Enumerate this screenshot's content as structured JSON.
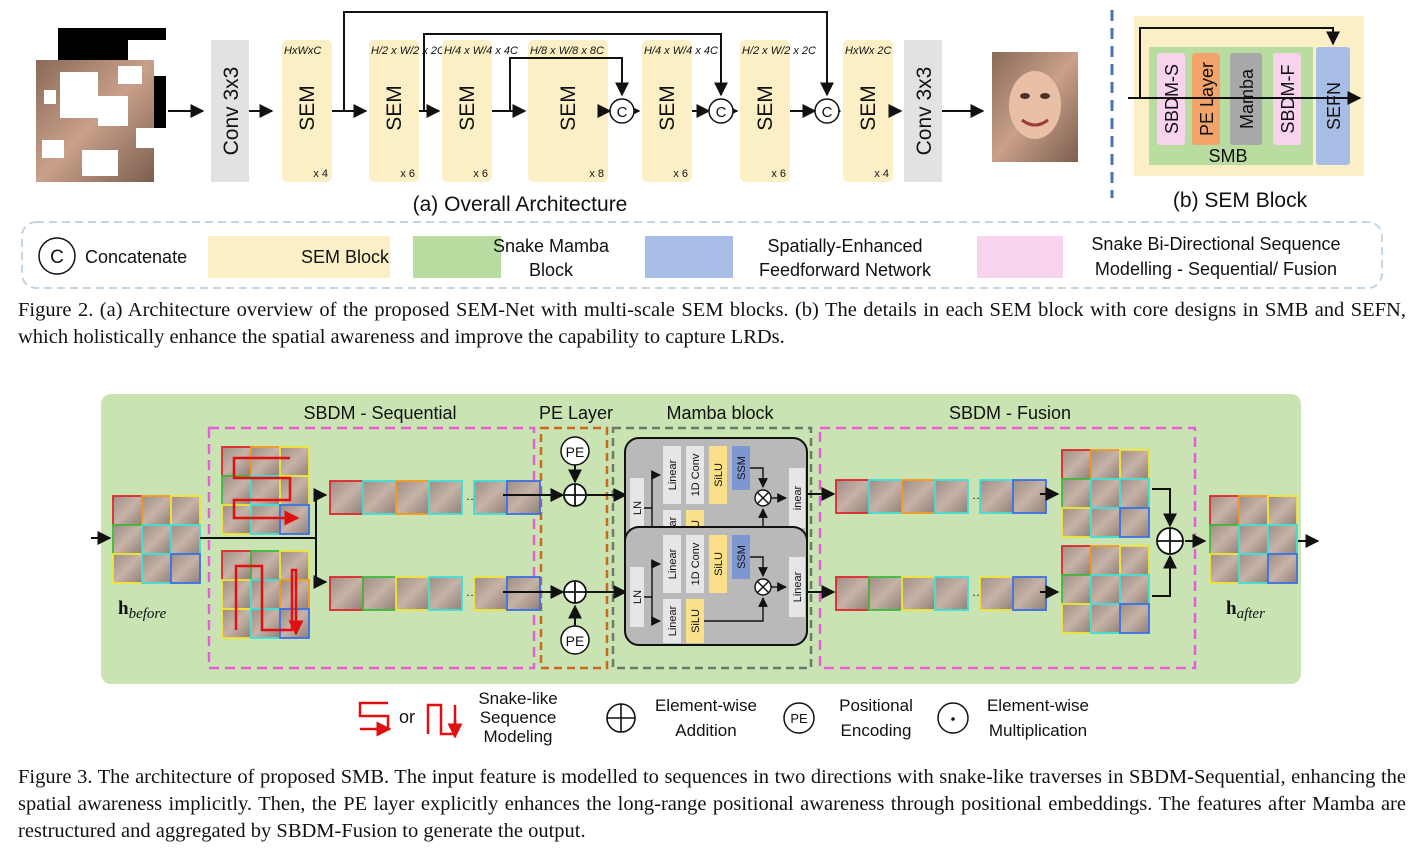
{
  "fig2": {
    "conv_label": "Conv 3x3",
    "sem_label": "SEM",
    "concat_symbol": "C",
    "sem_dims": [
      {
        "dim": "HxWxC",
        "rep": "x 4"
      },
      {
        "dim": "H/2 x W/2 x 2C",
        "rep": "x 6"
      },
      {
        "dim": "H/4 x W/4 x 4C",
        "rep": "x 6"
      },
      {
        "dim": "H/8 x W/8 x 8C",
        "rep": "x 8"
      },
      {
        "dim": "H/4 x W/4 x 4C",
        "rep": "x 6"
      },
      {
        "dim": "H/2 x W/2 x 2C",
        "rep": "x 6"
      },
      {
        "dim": "HxWx 2C",
        "rep": "x 4"
      }
    ],
    "sub_a": "(a) Overall Architecture",
    "sub_b": "(b) SEM Block",
    "block_labels": {
      "sbdm_s": "SBDM-S",
      "pe_layer": "PE Layer",
      "mamba": "Mamba",
      "sbdm_f": "SBDM-F",
      "sefn": "SEFN",
      "smb": "SMB"
    },
    "legend": {
      "concat": "Concatenate",
      "sem_block": "SEM Block",
      "snake_mamba_1": "Snake Mamba",
      "snake_mamba_2": "Block",
      "sefn_1": "Spatially-Enhanced",
      "sefn_2": "Feedforward Network",
      "sbdm_1": "Snake Bi-Directional Sequence",
      "sbdm_2": "Modelling - Sequential/ Fusion"
    },
    "caption": "Figure 2. (a) Architecture overview of the proposed SEM-Net with multi-scale SEM blocks. (b) The details in each SEM block with core designs in SMB and SEFN, which holistically enhance the spatial awareness and improve the capability to capture LRDs.",
    "colors": {
      "sem": "#fcefc6",
      "conv": "#e2e2e2",
      "smb": "#b9dca0",
      "sefn": "#a7bde6",
      "sbdm": "#f8d3ee",
      "pe": "#f3a46b",
      "mamba": "#a9a9a9",
      "legend_border": "#c3d6e6",
      "divider": "#4a72b0"
    }
  },
  "fig3": {
    "sbdm_seq": "SBDM - Sequential",
    "pe_layer": "PE Layer",
    "mamba_block": "Mamba block",
    "sbdm_fusion": "SBDM - Fusion",
    "pe": "PE",
    "ln": "LN",
    "linear": "Linear",
    "conv1d": "1D Conv",
    "silu": "SiLU",
    "ssm": "SSM",
    "linear_out": "Linear",
    "linear_out_cut": "inear",
    "ellipsis": "···",
    "h_before_main": "h",
    "h_before_sub": "before",
    "h_after_main": "h",
    "h_after_sub": "after",
    "legend": {
      "or": "or",
      "snake_1": "Snake-like",
      "snake_2": "Sequence",
      "snake_3": "Modeling",
      "add_1": "Element-wise",
      "add_2": "Addition",
      "pe_1": "Positional",
      "pe_2": "Encoding",
      "mul_1": "Element-wise",
      "mul_2": "Multiplication"
    },
    "caption": "Figure 3. The architecture of proposed SMB. The input feature is modelled to sequences in two directions with snake-like traverses in SBDM-Sequential, enhancing the spatial awareness implicitly. Then, the PE layer explicitly enhances the long-range positional awareness through positional embeddings. The features after Mamba are restructured and aggregated by SBDM-Fusion to generate the output.",
    "colors": {
      "background": "#c9e3b2",
      "sbdm_border": "#e45fd8",
      "pe_border": "#c9691e",
      "mamba_border": "#6b7b6b",
      "patch_colors": [
        "#e0262c",
        "#f39a1e",
        "#f2e534",
        "#3dbb3d",
        "#3fe0d8",
        "#3b6fe8"
      ]
    }
  }
}
